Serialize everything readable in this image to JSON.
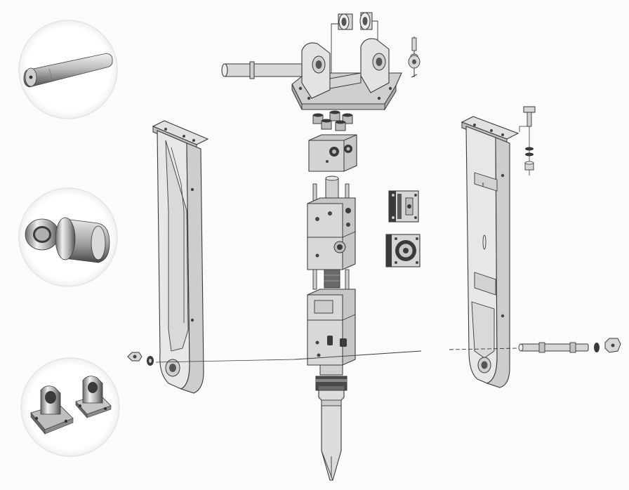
{
  "diagram": {
    "type": "exploded-view",
    "subject": "hydraulic-breaker-assembly",
    "palette": {
      "background": "#fbfbfa",
      "line": "#3a3a3a",
      "part_fill": "#dcdcda",
      "part_shade": "#b9b9b6",
      "dark": "#2e2e2e",
      "metal_light": "#eeeeee",
      "metal_mid": "#a9a9a9",
      "metal_dark": "#555555",
      "circle_border": "#e2e2e2"
    },
    "insets": [
      {
        "id": "inset-pin",
        "depicts": "tapered-pin"
      },
      {
        "id": "inset-bushing",
        "depicts": "flanged-bushing"
      },
      {
        "id": "inset-brackets",
        "depicts": "mounting-brackets"
      }
    ],
    "parts": [
      "top-mounting-bracket",
      "bracket-pin",
      "upper-bushings",
      "small-bushings",
      "valve-block",
      "main-cylinder-body",
      "accumulator-side-view",
      "accumulator-front-view",
      "front-head",
      "chisel-tool",
      "left-side-plate",
      "right-side-plate",
      "left-nut-washer",
      "tie-rod",
      "right-bolt-washers"
    ]
  }
}
